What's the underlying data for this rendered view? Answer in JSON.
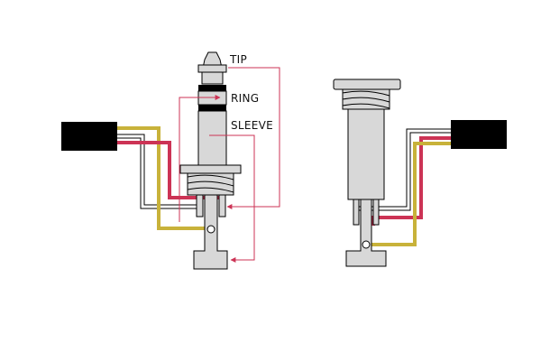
{
  "labels": {
    "tip": "TIP",
    "ring": "RING",
    "sleeve": "SLEEVE"
  },
  "colors": {
    "background": "#ffffff",
    "outline": "#000000",
    "body_fill": "#d8d8d8",
    "cable_jacket": "#000000",
    "wire_yellow": "#c8b23a",
    "wire_red": "#cc3355",
    "wire_white": "#ffffff",
    "pointer": "#cc3355",
    "band": "#000000"
  },
  "components": {
    "plug": "trs-plug",
    "jack": "trs-panel-jack"
  },
  "wires": [
    "yellow",
    "red",
    "white"
  ]
}
